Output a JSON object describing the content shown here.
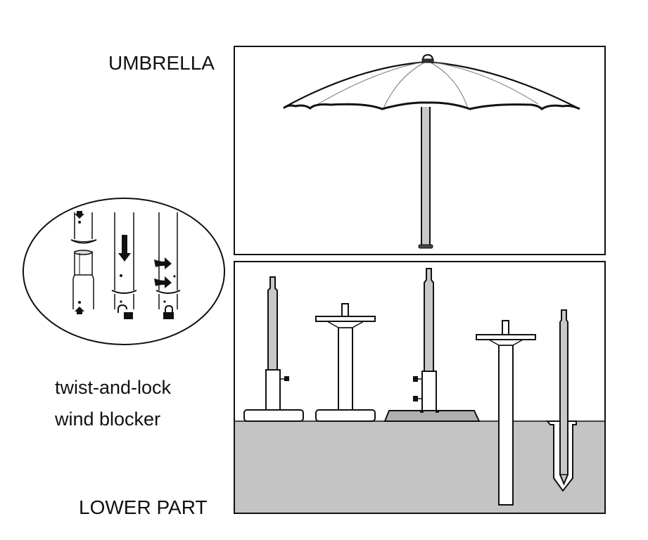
{
  "title": "Umbrella and lower part installation options",
  "labels": {
    "umbrella": "UMBRELLA",
    "lower_part": "LOWER PART",
    "wind_blocker_line1": "twist-and-lock",
    "wind_blocker_line2": "wind blocker"
  },
  "panels": {
    "umbrella_panel": {
      "name": "Umbrella",
      "ribs_visible": 6
    },
    "lower_panel": {
      "name": "Lower part",
      "variants": [
        {
          "id": "telescopic-pole-white-base",
          "type": "pole with white base",
          "knobs": 1
        },
        {
          "id": "table-stand-white-base",
          "type": "table-top stand on white base",
          "knobs": 0
        },
        {
          "id": "telescopic-pole-grey-base",
          "type": "pole with grey weighted base",
          "knobs": 2
        },
        {
          "id": "ground-tube-table",
          "type": "in-ground tube with table top",
          "knobs": 0
        },
        {
          "id": "ground-spike",
          "type": "ground spike in sleeve",
          "knobs": 0
        }
      ]
    },
    "detail_callout": {
      "name": "twist-and-lock wind blocker",
      "steps": [
        {
          "step": 1,
          "action": "align",
          "icon": "arrow-down-up-icon"
        },
        {
          "step": 2,
          "action": "push down",
          "icon": "unlocked-padlock-icon"
        },
        {
          "step": 3,
          "action": "twist",
          "icon": "locked-padlock-icon"
        }
      ]
    }
  },
  "colors": {
    "line": "#111111",
    "pole_fill": "#c8c8c8",
    "ground_fill": "#c4c4c4",
    "grey_base_fill": "#b0b0b0",
    "background": "#ffffff"
  }
}
